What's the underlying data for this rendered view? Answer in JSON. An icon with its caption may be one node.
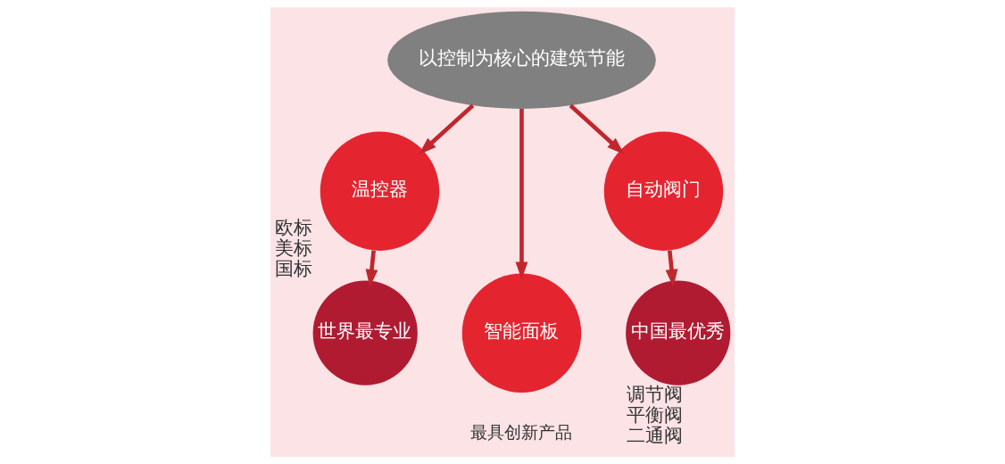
{
  "diagram": {
    "nodes": [
      {
        "text": [
          "以控制为核心的建筑节能"
        ]
      },
      {
        "text": [
          "温控器"
        ]
      },
      {
        "text": [
          "智能面板"
        ],
        "beside": [
          "最具创新产品"
        ]
      },
      {
        "text": [
          "自动阀门"
        ]
      },
      {
        "text": [
          "世界最专业"
        ],
        "beside": [
          "欧标",
          "美标",
          "国标"
        ]
      },
      {
        "text": [
          "中国最优秀"
        ],
        "beside": [
          "调节阀",
          "平衡阀",
          "二通阀"
        ]
      }
    ],
    "edges": [
      {
        "from": 0,
        "to": 1,
        "arrow": "to"
      },
      {
        "from": 0,
        "to": 2,
        "arrow": "to"
      },
      {
        "from": 0,
        "to": 3,
        "arrow": "to"
      },
      {
        "from": 1,
        "to": 4,
        "arrow": "to"
      },
      {
        "from": 3,
        "to": 5,
        "arrow": "to"
      }
    ]
  }
}
